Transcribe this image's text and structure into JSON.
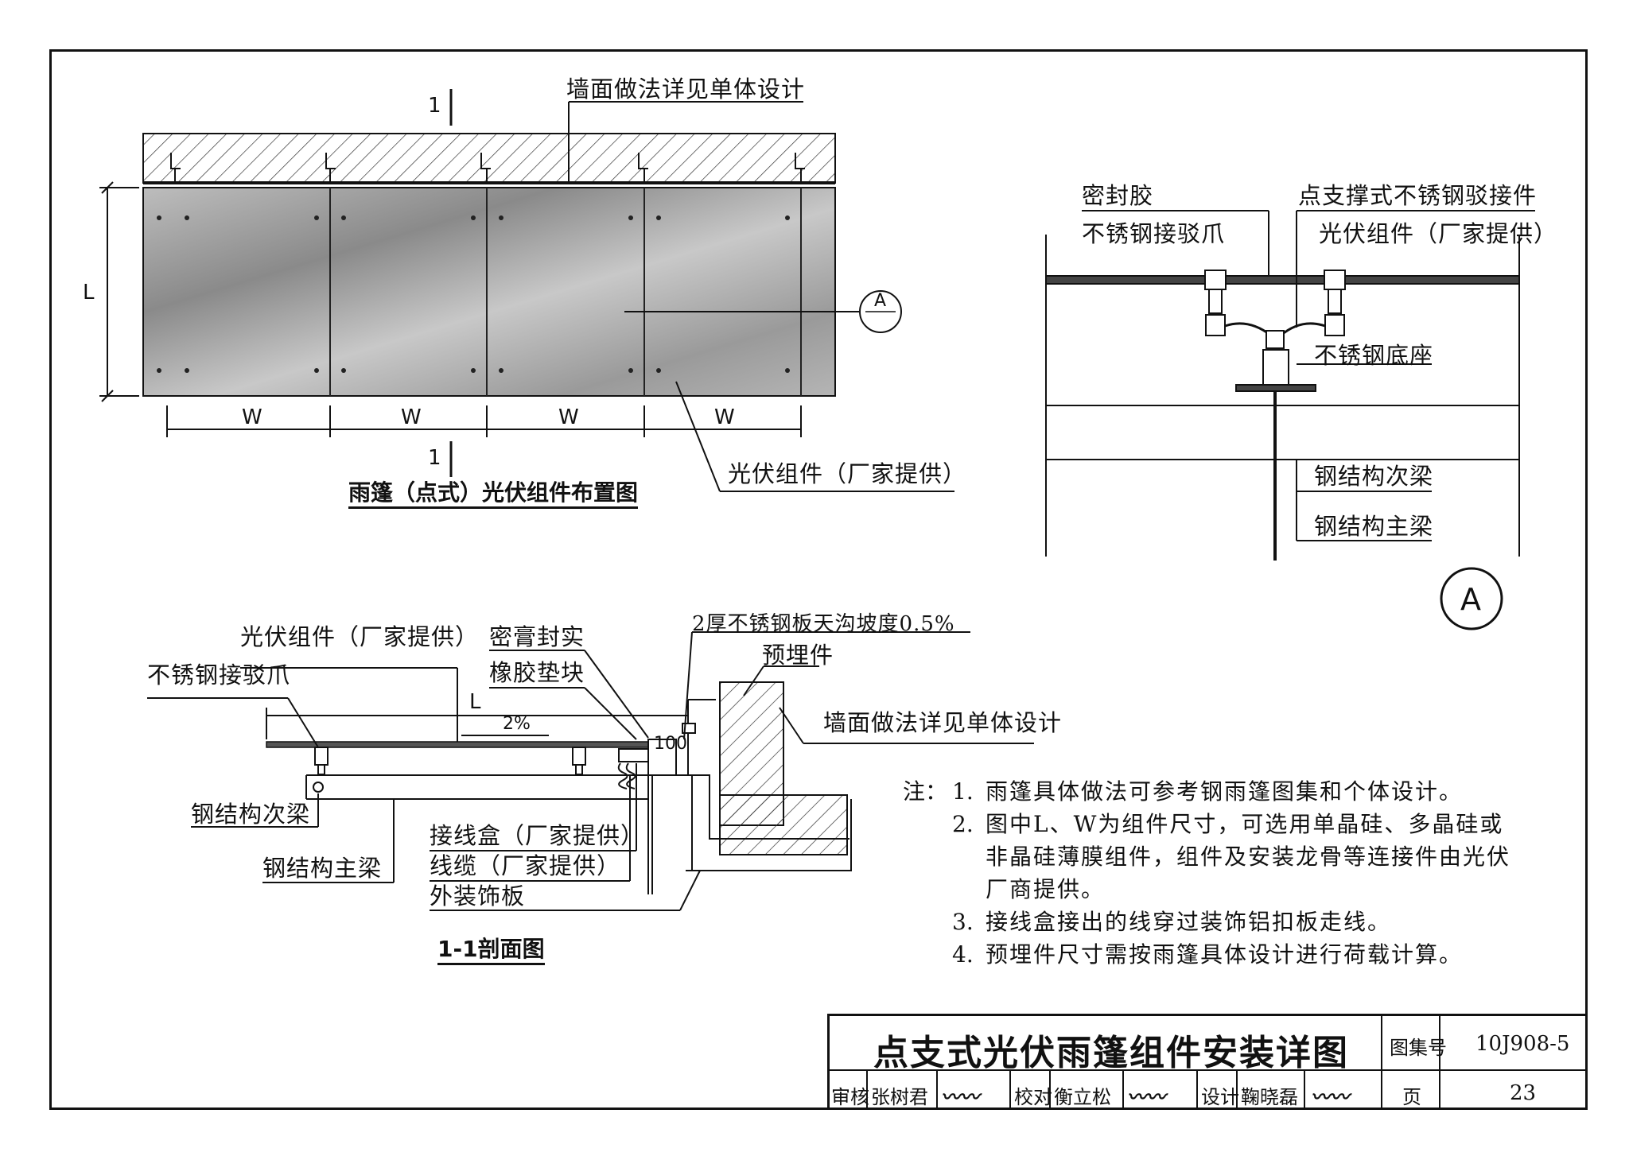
{
  "plan": {
    "title": "雨篷（点式）光伏组件布置图",
    "label_wall": "墙面做法详见单体设计",
    "label_pv": "光伏组件（厂家提供）",
    "section_mark": "1",
    "dim_L": "L",
    "dim_W": "W",
    "detail_ref": "A",
    "detail_ref_sub": "-"
  },
  "detail_a": {
    "label_sealant": "密封胶",
    "label_claw": "不锈钢接驳爪",
    "label_fitting": "点支撑式不锈钢驳接件",
    "label_pv": "光伏组件（厂家提供）",
    "label_base": "不锈钢底座",
    "label_secondary_beam": "钢结构次梁",
    "label_main_beam": "钢结构主梁",
    "tag": "A"
  },
  "section": {
    "title": "1-1剖面图",
    "label_pv": "光伏组件（厂家提供）",
    "label_claw": "不锈钢接驳爪",
    "label_seal": "密膏封实",
    "label_pad": "橡胶垫块",
    "label_gutter": "2厚不锈钢板天沟坡度0.5%",
    "label_embed": "预埋件",
    "label_wall": "墙面做法详见单体设计",
    "label_secondary_beam": "钢结构次梁",
    "label_main_beam": "钢结构主梁",
    "label_junction": "接线盒（厂家提供）",
    "label_cable": "线缆（厂家提供）",
    "label_cladding": "外装饰板",
    "dim_L": "L",
    "slope": "2%",
    "dim_100": "100"
  },
  "notes": {
    "head": "注：",
    "items": [
      {
        "num": "1.",
        "text": "雨篷具体做法可参考钢雨篷图集和个体设计。"
      },
      {
        "num": "2.",
        "text": "图中L、W为组件尺寸，可选用单晶硅、多晶硅或非晶硅薄膜组件，组件及安装龙骨等连接件由光伏厂商提供。"
      },
      {
        "num": "3.",
        "text": "接线盒接出的线穿过装饰铝扣板走线。"
      },
      {
        "num": "4.",
        "text": "预埋件尺寸需按雨篷具体设计进行荷载计算。"
      }
    ]
  },
  "title_block": {
    "title": "点支式光伏雨篷组件安装详图",
    "atlas_label": "图集号",
    "atlas_no": "10J908-5",
    "page_label": "页",
    "page_no": "23",
    "review_label": "审核",
    "reviewer": "张树君",
    "check_label": "校对",
    "checker": "衡立松",
    "design_label": "设计",
    "designer": "鞠晓磊"
  }
}
